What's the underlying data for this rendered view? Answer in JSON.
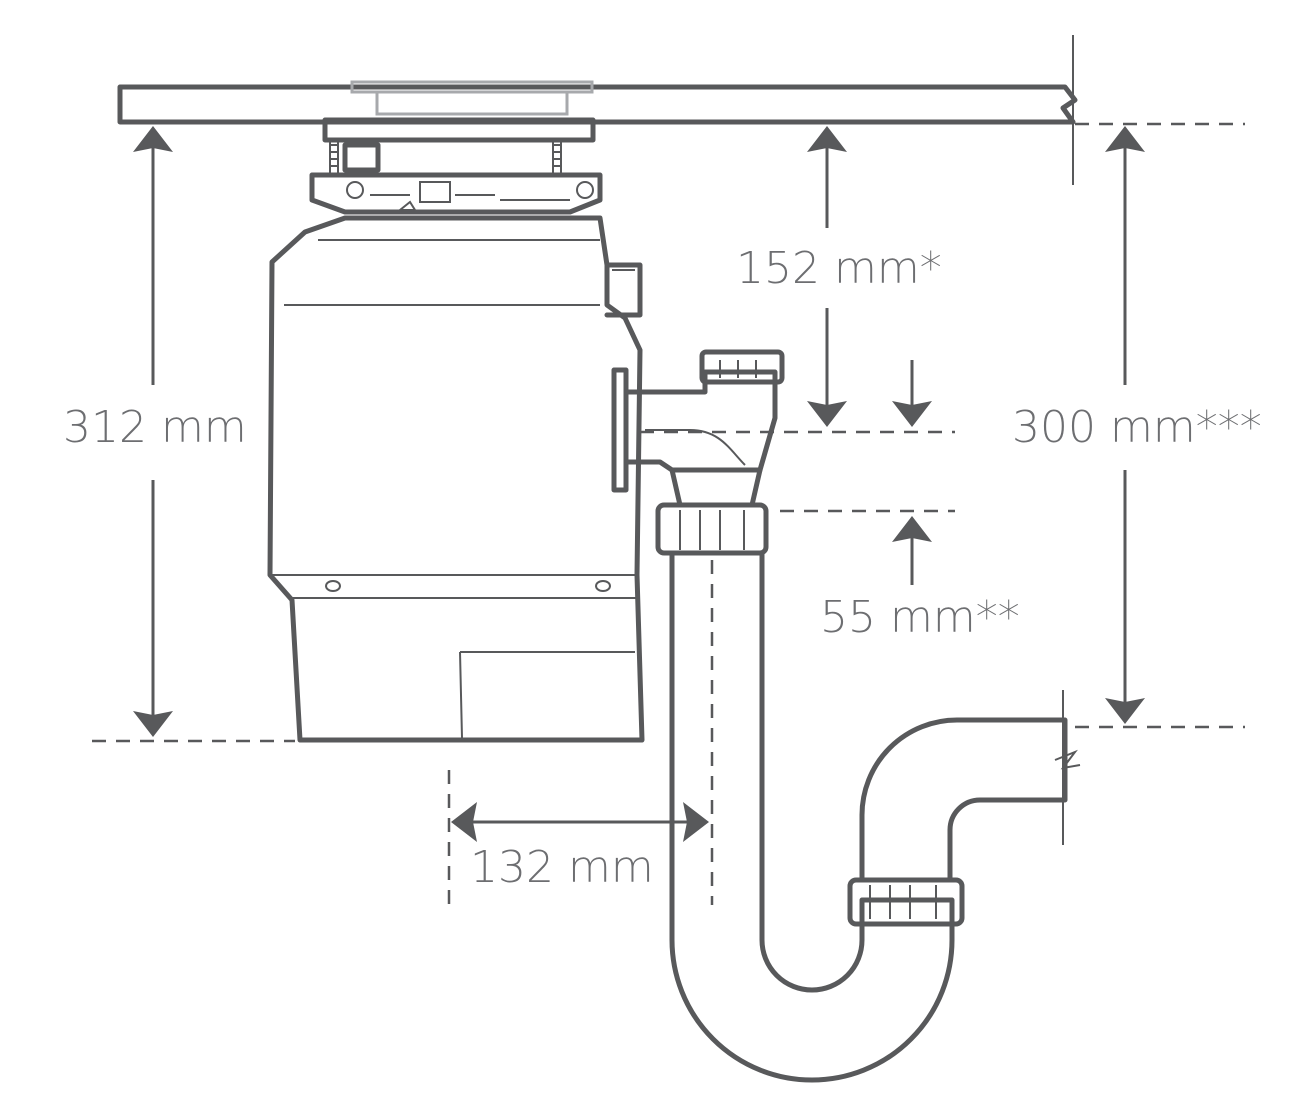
{
  "dimensions": {
    "unit_height": "312 mm",
    "inlet_height": "152 mm*",
    "outlet_offset": "55 mm**",
    "trap_height": "300 mm***",
    "horizontal_offset": "132 mm"
  },
  "colors": {
    "line": "#58595b",
    "text": "#6d6e71",
    "light": "#a7a9ac"
  }
}
